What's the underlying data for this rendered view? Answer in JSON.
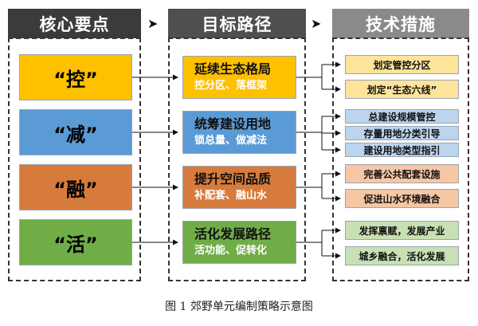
{
  "headers": {
    "key_points": "核心要点",
    "target_paths": "目标路径",
    "tech_measures": "技术措施"
  },
  "key_points": [
    "“控”",
    "“减”",
    "“融”",
    "“活”"
  ],
  "target_paths": [
    {
      "title": "延续生态格局",
      "subtitle": "控分区、落框架"
    },
    {
      "title": "统筹建设用地",
      "subtitle": "锁总量、做减法"
    },
    {
      "title": "提升空间品质",
      "subtitle": "补配套、融山水"
    },
    {
      "title": "活化发展路径",
      "subtitle": "活功能、促转化"
    }
  ],
  "tech_measures": [
    "划定管控分区",
    "划定“生态六线”",
    "总建设规模管控",
    "存量用地分类引导",
    "建设用地类型指引",
    "完善公共配套设施",
    "促进山水环境融合",
    "发挥禀赋，发展产业",
    "城乡融合，活化发展"
  ],
  "colors": {
    "header_dark": "#3b3b3b",
    "header_mid": "#4f4f4f",
    "header_light": "#8a8a8a",
    "kong": "#ffc000",
    "jian": "#5b9bd5",
    "rong": "#d77b3c",
    "huo": "#70ad47",
    "kong_light": "#fde49a",
    "jian_light": "#bcd4ee",
    "rong_light": "#f6c6a5",
    "huo_light": "#c9e0b4"
  },
  "caption": "图 1 郊野单元编制策略示意图"
}
